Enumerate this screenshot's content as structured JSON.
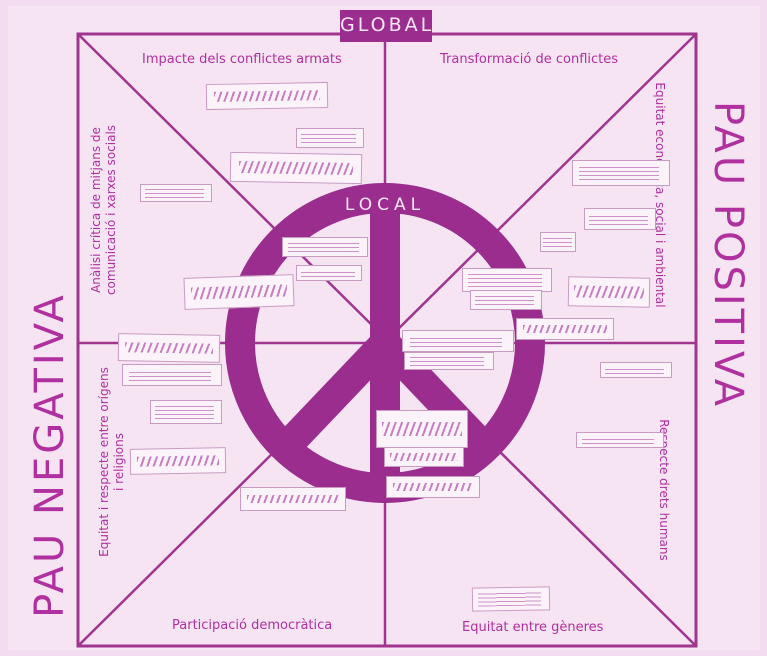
{
  "poster": {
    "global": "GLOBAL",
    "local": "LOCAL",
    "left_side": "PAU NEGATIVA",
    "right_side": "PAU POSITIVA",
    "categories": {
      "top_left": "Impacte dels conflictes armats",
      "top_right": "Transformació de conflictes",
      "left_upper": "Anàlisi crítica de mitjans de comunicació i xarxes socials",
      "right_upper": "Equitat econòmica, social i ambiental",
      "left_lower": "Equitat i respecte entre orígens i religions",
      "right_lower": "Respecte drets humans",
      "bottom_left": "Participació democràtica",
      "bottom_right": "Equitat entre gèneres"
    }
  },
  "colors": {
    "background": "#f3dcf0",
    "ink": "#b0309f",
    "frame": "#a0358f",
    "peace_sign": "#9a2d8e",
    "note": "#fbf2fa"
  }
}
